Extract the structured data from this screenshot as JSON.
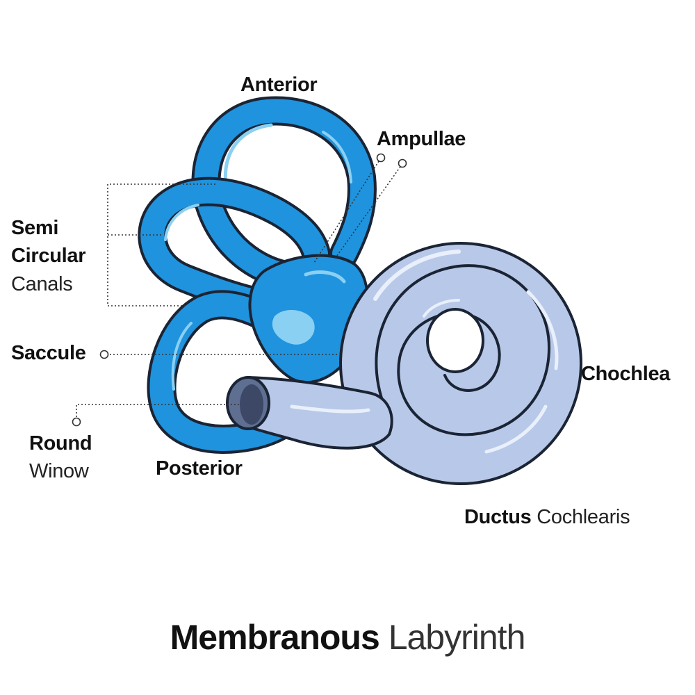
{
  "labels": {
    "anterior": "Anterior",
    "ampullae": "Ampullae",
    "semi": "Semi",
    "circular": "Circular",
    "canals": "Canals",
    "saccule": "Saccule",
    "round": "Round",
    "winow": "Winow",
    "posterior": "Posterior",
    "chochlea": "Chochlea",
    "ductus": "Ductus",
    "cochlearis": "Cochlearis"
  },
  "title": {
    "bold": "Membranous",
    "regular": "Labyrinth"
  },
  "colors": {
    "labyrinth_blue": "#1f93dd",
    "labyrinth_highlight": "#8ad0f3",
    "cochlea_fill": "#b8c8e8",
    "cochlea_highlight": "#e9f0fb",
    "outline": "#1b2434"
  }
}
